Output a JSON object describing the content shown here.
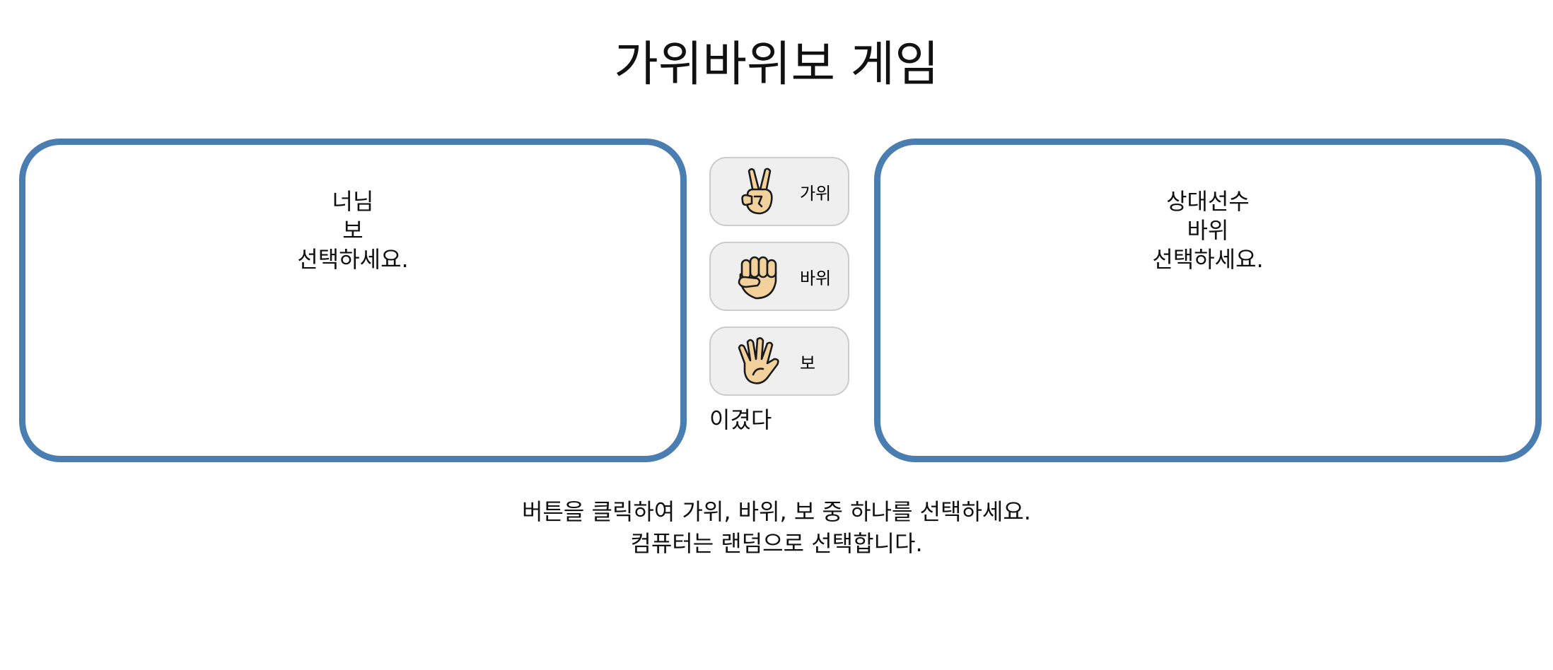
{
  "game": {
    "title": "가위바위보 게임"
  },
  "player": {
    "name": "너님",
    "choice": "보",
    "prompt": "선택하세요."
  },
  "opponent": {
    "name": "상대선수",
    "choice": "바위",
    "prompt": "선택하세요."
  },
  "buttons": [
    {
      "label": "가위",
      "icon": "scissors-hand-icon"
    },
    {
      "label": "바위",
      "icon": "rock-fist-icon"
    },
    {
      "label": "보",
      "icon": "paper-hand-icon"
    }
  ],
  "result": {
    "text": "이겼다"
  },
  "instructions": {
    "line1": "버튼을 클릭하여 가위, 바위, 보 중 하나를 선택하세요.",
    "line2": "컴퓨터는 랜덤으로 선택합니다."
  },
  "colors": {
    "panel_border": "#4a7eb0",
    "button_bg": "#efefef",
    "skin": "#f2d19c",
    "outline": "#1a1a1a"
  }
}
